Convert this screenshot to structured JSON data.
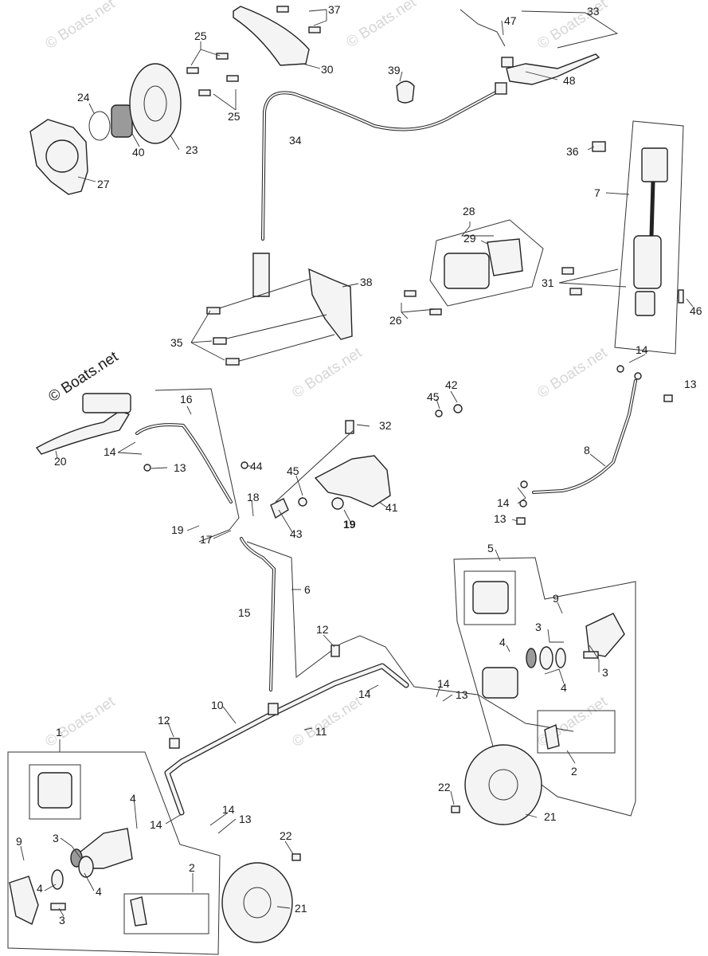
{
  "watermark": {
    "text": "© Boats.net",
    "prominent_text": "© Boats.net"
  },
  "callouts": [
    {
      "key": "c33",
      "text": "33"
    },
    {
      "key": "c37",
      "text": "37"
    },
    {
      "key": "c47",
      "text": "47"
    },
    {
      "key": "c25a",
      "text": "25"
    },
    {
      "key": "c30",
      "text": "30"
    },
    {
      "key": "c39",
      "text": "39"
    },
    {
      "key": "c48",
      "text": "48"
    },
    {
      "key": "c24",
      "text": "24"
    },
    {
      "key": "c25b",
      "text": "25"
    },
    {
      "key": "c40",
      "text": "40"
    },
    {
      "key": "c23",
      "text": "23"
    },
    {
      "key": "c27",
      "text": "27"
    },
    {
      "key": "c34",
      "text": "34"
    },
    {
      "key": "c36",
      "text": "36"
    },
    {
      "key": "c7",
      "text": "7"
    },
    {
      "key": "c28",
      "text": "28"
    },
    {
      "key": "c29",
      "text": "29"
    },
    {
      "key": "c38",
      "text": "38"
    },
    {
      "key": "c31",
      "text": "31"
    },
    {
      "key": "c46",
      "text": "46"
    },
    {
      "key": "c26",
      "text": "26"
    },
    {
      "key": "c35",
      "text": "35"
    },
    {
      "key": "c14a",
      "text": "14"
    },
    {
      "key": "c13a",
      "text": "13"
    },
    {
      "key": "c16",
      "text": "16"
    },
    {
      "key": "c42",
      "text": "42"
    },
    {
      "key": "c45a",
      "text": "45"
    },
    {
      "key": "c32",
      "text": "32"
    },
    {
      "key": "c20",
      "text": "20"
    },
    {
      "key": "c14b",
      "text": "14"
    },
    {
      "key": "c13b",
      "text": "13"
    },
    {
      "key": "c8",
      "text": "8"
    },
    {
      "key": "c44",
      "text": "44"
    },
    {
      "key": "c45b",
      "text": "45"
    },
    {
      "key": "c14c",
      "text": "14"
    },
    {
      "key": "c41",
      "text": "41"
    },
    {
      "key": "c18",
      "text": "18"
    },
    {
      "key": "c13c",
      "text": "13"
    },
    {
      "key": "c19a",
      "text": "19"
    },
    {
      "key": "c19b",
      "text": "19"
    },
    {
      "key": "c43",
      "text": "43"
    },
    {
      "key": "c17",
      "text": "17"
    },
    {
      "key": "c5",
      "text": "5"
    },
    {
      "key": "c6",
      "text": "6"
    },
    {
      "key": "c9a",
      "text": "9"
    },
    {
      "key": "c15",
      "text": "15"
    },
    {
      "key": "c12a",
      "text": "12"
    },
    {
      "key": "c3a",
      "text": "3"
    },
    {
      "key": "c4a",
      "text": "4"
    },
    {
      "key": "c3b",
      "text": "3"
    },
    {
      "key": "c4b",
      "text": "4"
    },
    {
      "key": "c14d",
      "text": "14"
    },
    {
      "key": "c14e",
      "text": "14"
    },
    {
      "key": "c13d",
      "text": "13"
    },
    {
      "key": "c10",
      "text": "10"
    },
    {
      "key": "c12b",
      "text": "12"
    },
    {
      "key": "c11",
      "text": "11"
    },
    {
      "key": "c1",
      "text": "1"
    },
    {
      "key": "c2a",
      "text": "2"
    },
    {
      "key": "c22a",
      "text": "22"
    },
    {
      "key": "c21a",
      "text": "21"
    },
    {
      "key": "c4c",
      "text": "4"
    },
    {
      "key": "c14f",
      "text": "14"
    },
    {
      "key": "c14g",
      "text": "14"
    },
    {
      "key": "c13e",
      "text": "13"
    },
    {
      "key": "c9b",
      "text": "9"
    },
    {
      "key": "c3c",
      "text": "3"
    },
    {
      "key": "c22b",
      "text": "22"
    },
    {
      "key": "c4d",
      "text": "4"
    },
    {
      "key": "c4e",
      "text": "4"
    },
    {
      "key": "c2b",
      "text": "2"
    },
    {
      "key": "c3d",
      "text": "3"
    },
    {
      "key": "c21b",
      "text": "21"
    }
  ]
}
